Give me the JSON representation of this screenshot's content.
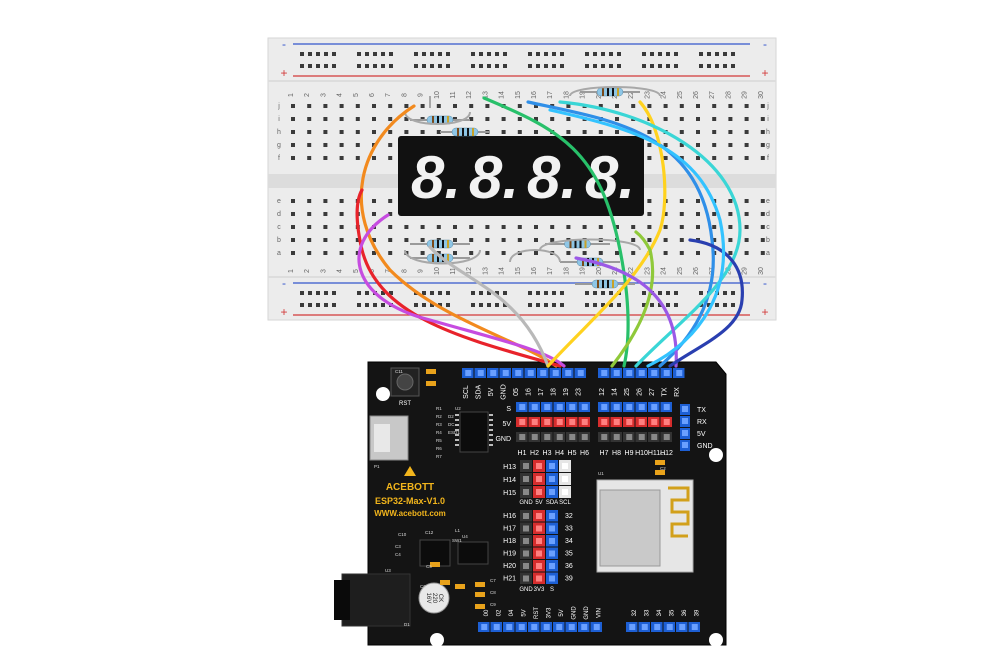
{
  "breadboard": {
    "rail_minus": "-",
    "rail_plus": "+",
    "columns": [
      "1",
      "2",
      "3",
      "4",
      "5",
      "6",
      "7",
      "8",
      "9",
      "10",
      "11",
      "12",
      "13",
      "14",
      "15",
      "16",
      "17",
      "18",
      "19",
      "20",
      "21",
      "22",
      "23",
      "24",
      "25",
      "26",
      "27",
      "28",
      "29",
      "30"
    ],
    "rows_top": [
      "j",
      "i",
      "h",
      "g",
      "f"
    ],
    "rows_bottom": [
      "e",
      "d",
      "c",
      "b",
      "a"
    ]
  },
  "display": {
    "digits": [
      "8.",
      "8.",
      "8.",
      "8."
    ]
  },
  "board": {
    "brand": "ACEBOTT",
    "model": "ESP32-Max-V1.0",
    "url": "WWW.acebott.com",
    "rst": "RST",
    "top_header_left": [
      "SCL",
      "SDA",
      "5V",
      "GND",
      "05",
      "16",
      "17",
      "18",
      "19",
      "23"
    ],
    "top_header_right": [
      "12",
      "14",
      "25",
      "26",
      "27",
      "TX",
      "RX"
    ],
    "row_labels": [
      "S",
      "5V",
      "GND"
    ],
    "h_left": [
      "H1",
      "H2",
      "H3",
      "H4",
      "H5",
      "H6"
    ],
    "h_right": [
      "H7",
      "H8",
      "H9",
      "H10",
      "H11",
      "H12"
    ],
    "uart_right": [
      "TX",
      "RX",
      "5V",
      "GND"
    ],
    "i2c_rows": [
      "H13",
      "H14",
      "H15"
    ],
    "i2c_cols": [
      "GND",
      "5V",
      "SDA",
      "SCL"
    ],
    "io_rows": [
      "H16",
      "H17",
      "H18",
      "H19",
      "H20",
      "H21"
    ],
    "io_pins": [
      "32",
      "33",
      "34",
      "35",
      "36",
      "39"
    ],
    "io_cols": [
      "GND",
      "3V3",
      "S"
    ],
    "bottom_left": [
      "00",
      "02",
      "04",
      "5V",
      "RST",
      "3V3",
      "5V",
      "GND",
      "GND",
      "VIN"
    ],
    "bottom_right": [
      "32",
      "33",
      "34",
      "35",
      "36",
      "39"
    ],
    "capacitor": [
      "CK",
      "220",
      "16V"
    ],
    "parts": [
      "P1",
      "U1",
      "U2",
      "U3",
      "U4",
      "R1",
      "R2",
      "R3",
      "R4",
      "R5",
      "R6",
      "R7",
      "C1",
      "C2",
      "C3",
      "C4",
      "C5",
      "C6",
      "C7",
      "C8",
      "C9",
      "C10",
      "C11",
      "C12",
      "SW1",
      "L1",
      "D1",
      "D2",
      "DC",
      "ESD1",
      "ESD2",
      "ESD3"
    ]
  },
  "wire_colors": [
    "#f28a1e",
    "#e8232b",
    "#c64ce0",
    "#b9b9b9",
    "#28c06a",
    "#2f8fe8",
    "#ffd21f",
    "#8fc93a",
    "#3ad6d6",
    "#9b59e6",
    "#2a3fb0",
    "#33c3ff"
  ]
}
